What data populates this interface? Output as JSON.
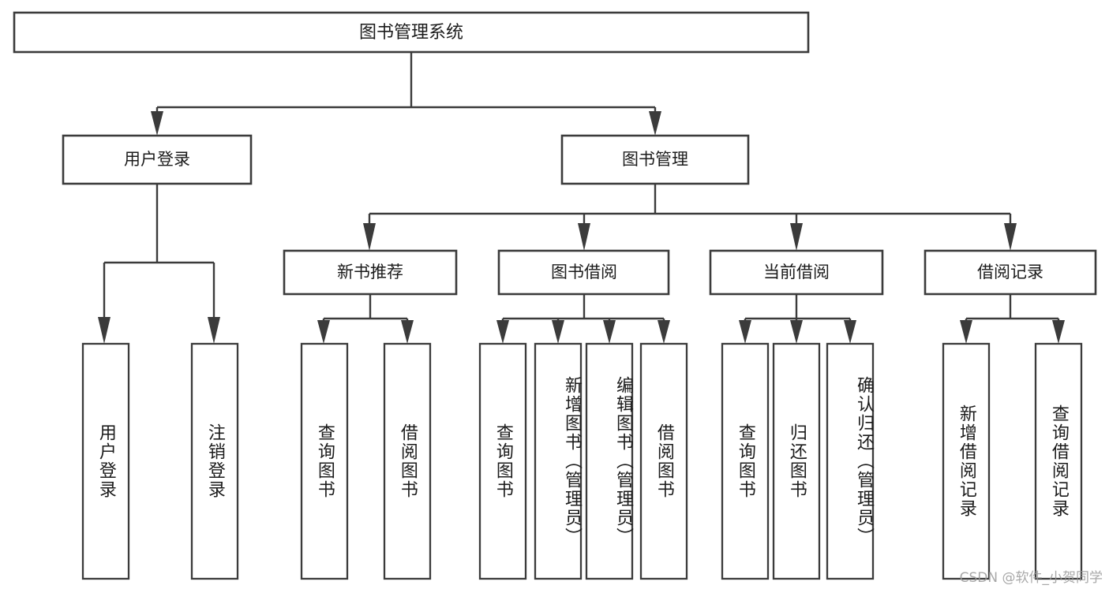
{
  "diagram": {
    "type": "tree",
    "title": "图书管理系统",
    "watermark": "CSDN @软件_小贺同学",
    "colors": {
      "stroke": "#3b3b3b",
      "box_fill": "#ffffff",
      "text": "#1b1b1b",
      "background": "#ffffff",
      "watermark": "#9a9a9a"
    },
    "root": {
      "label": "图书管理系统",
      "orientation": "horizontal"
    },
    "level1": [
      {
        "label": "用户登录",
        "orientation": "horizontal"
      },
      {
        "label": "图书管理",
        "orientation": "horizontal"
      }
    ],
    "level2": [
      {
        "label": "新书推荐",
        "orientation": "horizontal"
      },
      {
        "label": "图书借阅",
        "orientation": "horizontal"
      },
      {
        "label": "当前借阅",
        "orientation": "horizontal"
      },
      {
        "label": "借阅记录",
        "orientation": "horizontal"
      }
    ],
    "leaves": [
      {
        "label": "用户登录",
        "parent": "用户登录",
        "orientation": "vertical"
      },
      {
        "label": "注销登录",
        "parent": "用户登录",
        "orientation": "vertical"
      },
      {
        "label": "查询图书",
        "parent": "新书推荐",
        "orientation": "vertical"
      },
      {
        "label": "借阅图书",
        "parent": "新书推荐",
        "orientation": "vertical"
      },
      {
        "label": "查询图书",
        "parent": "图书借阅",
        "orientation": "vertical"
      },
      {
        "label": "新增图书（管理员）",
        "parent": "图书借阅",
        "orientation": "vertical"
      },
      {
        "label": "编辑图书（管理员）",
        "parent": "图书借阅",
        "orientation": "vertical"
      },
      {
        "label": "借阅图书",
        "parent": "图书借阅",
        "orientation": "vertical"
      },
      {
        "label": "查询图书",
        "parent": "当前借阅",
        "orientation": "vertical"
      },
      {
        "label": "归还图书",
        "parent": "当前借阅",
        "orientation": "vertical"
      },
      {
        "label": "确认归还（管理员）",
        "parent": "当前借阅",
        "orientation": "vertical"
      },
      {
        "label": "新增借阅记录",
        "parent": "借阅记录",
        "orientation": "vertical"
      },
      {
        "label": "查询借阅记录",
        "parent": "借阅记录",
        "orientation": "vertical"
      }
    ]
  }
}
